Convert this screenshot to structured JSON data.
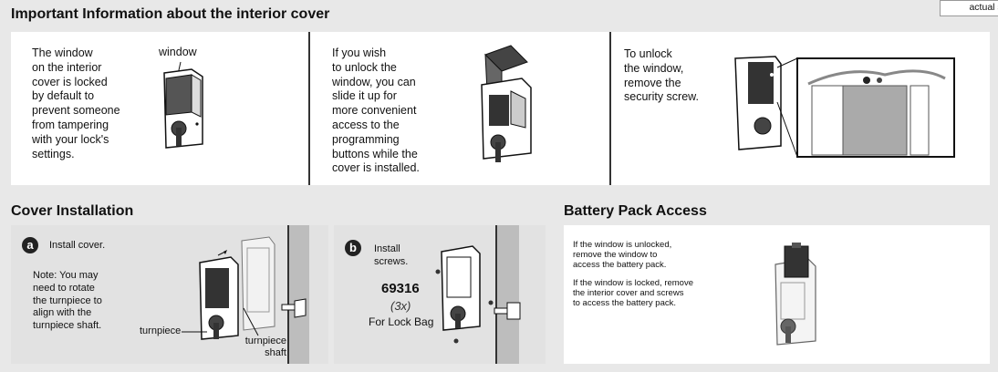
{
  "header": {
    "title": "Important Information about the interior cover",
    "corner_tag": "actual si"
  },
  "info": {
    "col1": {
      "text": "The window\non the interior\ncover is locked\nby default to\nprevent someone\nfrom tampering\nwith your lock's\nsettings.",
      "callout": "window"
    },
    "col2": {
      "text": "If you wish\nto unlock the\nwindow, you can\nslide it up for\nmore convenient\naccess to the\nprogramming\nbuttons while the\ncover is installed."
    },
    "col3": {
      "text": "To unlock\nthe window,\nremove the\nsecurity screw."
    }
  },
  "cover_installation": {
    "title": "Cover Installation",
    "step_a": {
      "badge": "a",
      "text": "Install cover.",
      "note": "Note: You may\nneed to rotate\nthe turnpiece to\nalign with the\nturnpiece shaft.",
      "label_turnpiece": "turnpiece",
      "label_shaft": "turnpiece\nshaft"
    },
    "step_b": {
      "badge": "b",
      "text": "Install\nscrews.",
      "part_number": "69316",
      "quantity": "(3x)",
      "bag": "For Lock Bag"
    }
  },
  "battery": {
    "title": "Battery Pack Access",
    "text1": "If the window is unlocked,\nremove the window to\naccess the battery pack.",
    "text2": "If the window is locked, remove\nthe interior cover and screws\nto access the battery pack."
  }
}
